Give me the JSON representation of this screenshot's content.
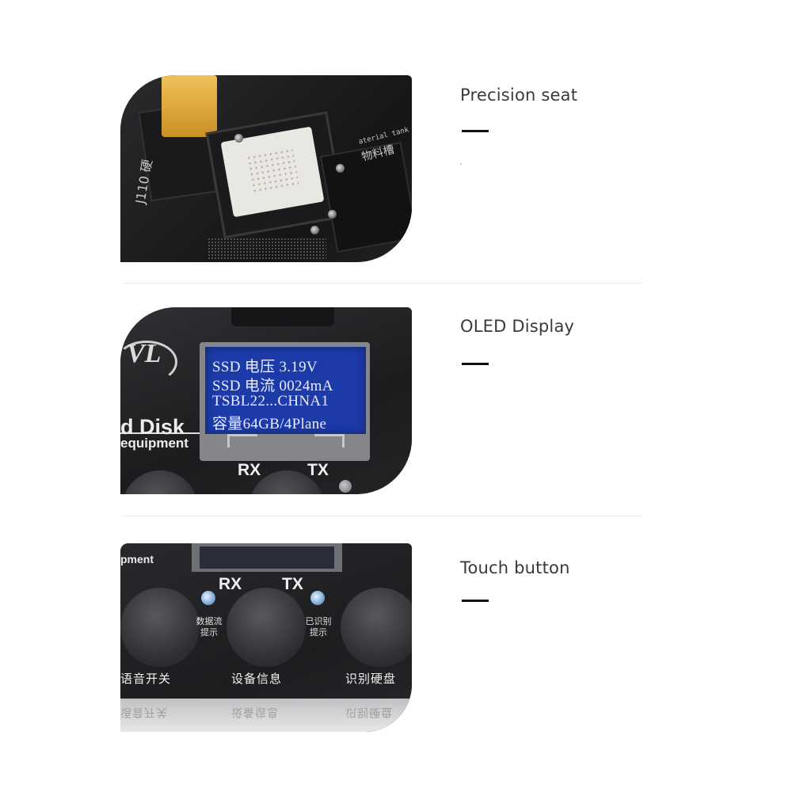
{
  "features": [
    {
      "label": "Precision seat",
      "photo": {
        "tank_label_en": "aterial tank",
        "tank_label_cn": "物料槽",
        "model_text": "J110 硬"
      }
    },
    {
      "label": "OLED Display",
      "photo": {
        "oled_lines": [
          "SSD   电压 3.19V",
          "SSD   电流 0024mA",
          "TSBL22...CHNA1",
          "容量64GB/4Plane"
        ],
        "logo": "VL",
        "brand_line1": "d Disk",
        "brand_line2": "equipment",
        "rx": "RX",
        "tx": "TX"
      }
    },
    {
      "label": "Touch button",
      "photo": {
        "brand": "pment",
        "rx": "RX",
        "tx": "TX",
        "led_left_caption": "数据流\n提示",
        "led_right_caption": "已识别\n提示",
        "btn_left": "语音开关",
        "btn_mid": "设备信息",
        "btn_right": "识别硬盘"
      }
    }
  ]
}
